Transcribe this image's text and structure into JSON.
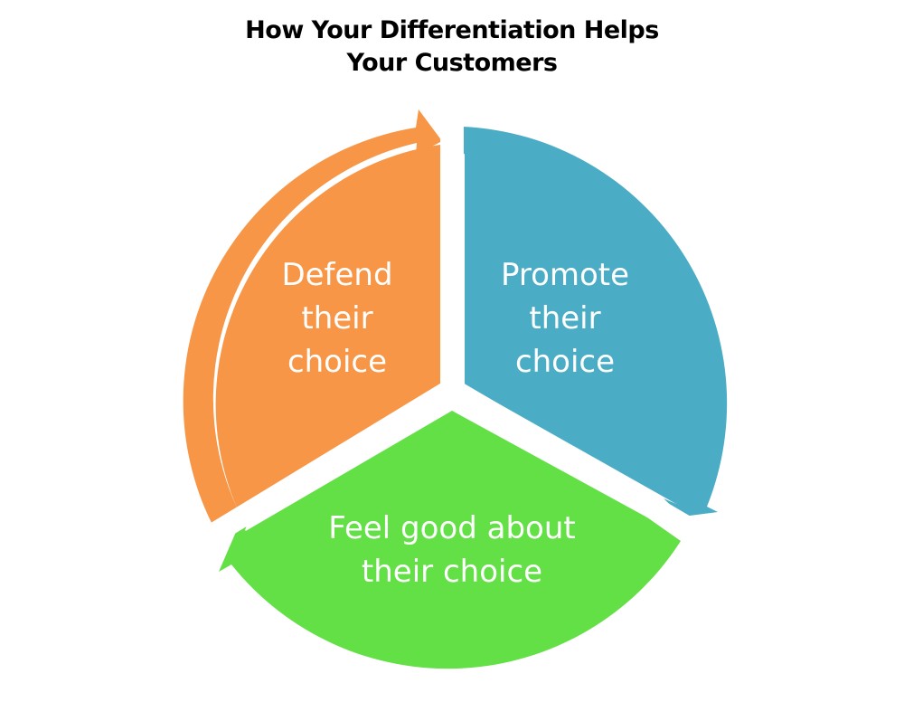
{
  "title": {
    "line1": "How Your Differentiation Helps",
    "line2": "Your Customers"
  },
  "segments": [
    {
      "id": "defend",
      "lines": [
        "Defend",
        "their",
        "choice"
      ],
      "color": "#F79646"
    },
    {
      "id": "promote",
      "lines": [
        "Promote",
        "their",
        "choice"
      ],
      "color": "#4BACC6"
    },
    {
      "id": "feel-good",
      "lines": [
        "Feel good about",
        "their choice"
      ],
      "color": "#63E046"
    }
  ]
}
